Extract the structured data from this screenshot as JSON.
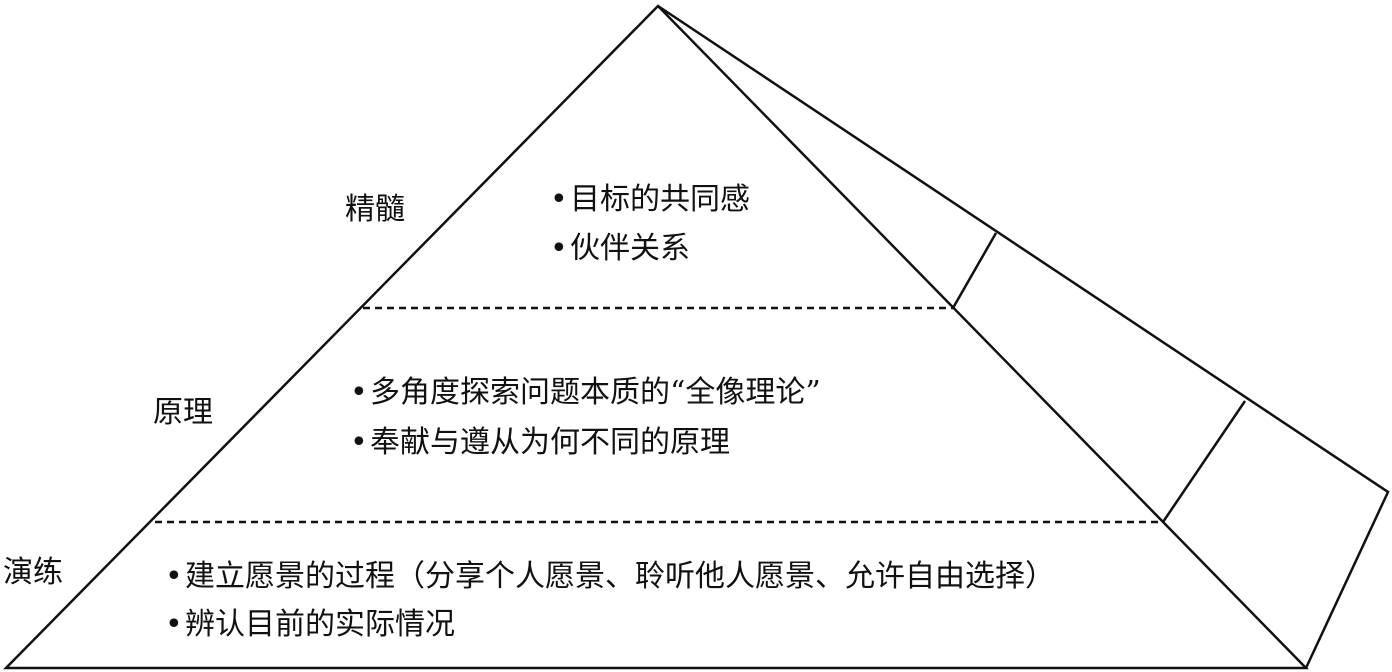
{
  "colors": {
    "stroke": "#111111",
    "background": "#ffffff"
  },
  "levels": [
    {
      "label": "精髓",
      "items": [
        "目标的共同感",
        "伙伴关系"
      ]
    },
    {
      "label": "原理",
      "items": [
        "多角度探索问题本质的“全像理论”",
        "奉献与遵从为何不同的原理"
      ]
    },
    {
      "label": "演练",
      "items": [
        "建立愿景的过程（分享个人愿景、聆听他人愿景、允许自由选择）",
        "辨认目前的实际情况"
      ]
    }
  ],
  "bullet_symbol": "•"
}
